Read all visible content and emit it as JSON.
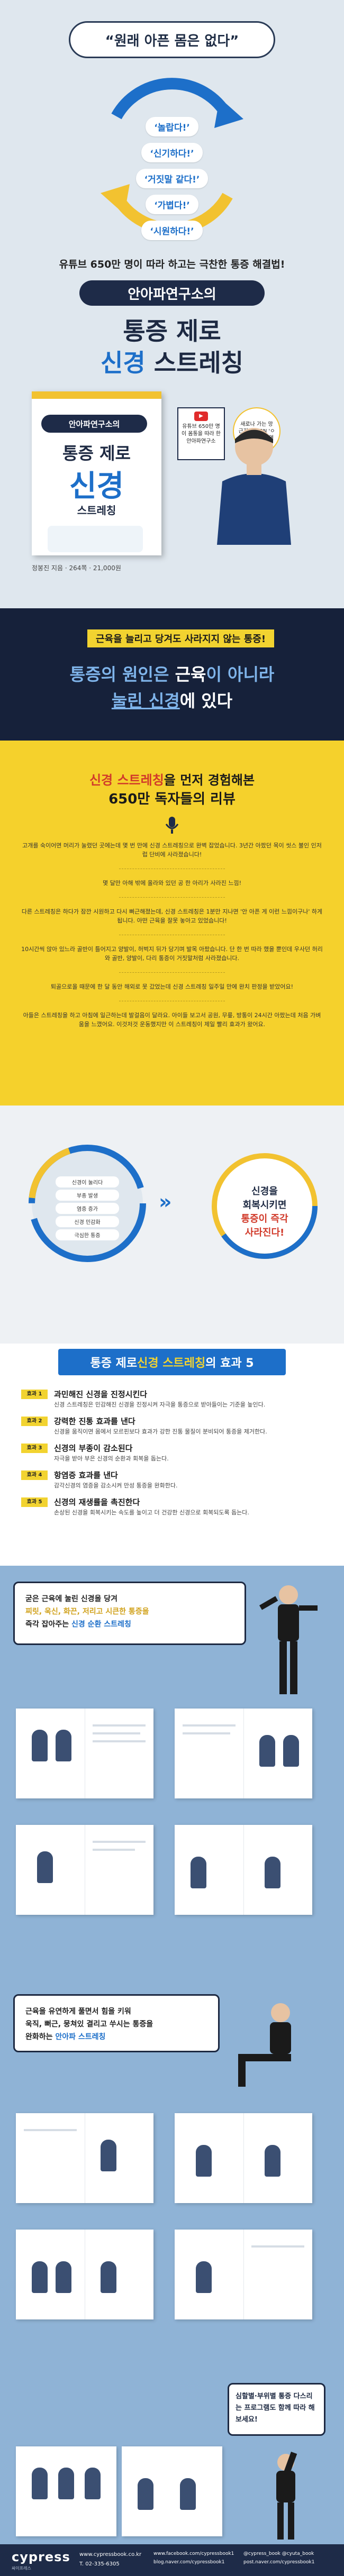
{
  "hero": {
    "quote": "“원래 아픈 몸은 없다”",
    "symptoms": [
      "‘놀랍다!’",
      "‘신기하다!’",
      "‘거짓말 같다!’",
      "‘가볍다!’",
      "‘시원하다!’"
    ],
    "tagline": "유튜브 650만 명이 따라 하고는 극찬한 통증 해결법!",
    "brand": "안아파연구소의",
    "title_line1": "통증 제로",
    "title_line2_a": "신경",
    "title_line2_b": "스트레칭",
    "book_brand": "안아파연구소의",
    "book_t1": "통증 제로",
    "book_t2": "신경",
    "book_t3": "스트레칭",
    "yt_badge": "유튜브 650만 명이 몸통을 따라 한 안아파연구소",
    "sticker": "새로나 가는 망근지지 MBN 'ㅇㅇ가 여랑' 출연",
    "meta": "정봉진 지음 · 264쪽 · 21,000원"
  },
  "dark": {
    "highlight": "근육을 늘리고 당겨도 사라지지 않는 통증!",
    "line1_a": "통증의 원인은 ",
    "line1_b": "근육",
    "line1_c": "이 아니라",
    "line2_a": "눌린 신경",
    "line2_b": "에 있다"
  },
  "reviews": {
    "title_a": "신경 스트레칭",
    "title_b": "을 먼저 경험해본",
    "title2": "650만 독자들의 리뷰",
    "items": [
      "고개를 숙이어면 머리가 눌렸던 곳에는데 몇 번 만에 신경 스트레칭으로 완벽 잡었습니다. 3년간 아팠던 목이 씻스 불인 인저럽 단비에 사라졌습니다!",
      "몇 달만 아해 밖에 올라와 있던 공 한 아리가 사라진 느낌!",
      "다른 스트레칭은 하다가 잠깐 시원하고 다시 뻐근해졌는데, 신경 스트레칭은 1분만 지나면 '안 아픈 게 이런 느낌이구나' 하게 됩니다. 아떤 근육을 잘못 놓아고 있었습니다!",
      "10시간씩 앉아 있느라 골반이 틀어지고 양발이, 허벅지 뒤가 당기며 발목 아팠습니다. 단 한 번 따라 했을 뿐인데 우사던 허리와 골반, 양발이, 다리 통증이 거짓말처럼 사라졌습니다.",
      "퇴골으로올 때문에 한 달 동안 해외로 못 갔었는데 신경 스트레칭 일주일 만에 완치 판정을 받았어요!",
      "아들은 스트레칭을 하고 아침에 일근하는데 발걸음이 달라요. 아이들 보고서 공원, 무릎, 방통이 24시간 아팠는데 처음 가벼움을 느꼈어요. 이것저것 운동했지만 이 스트레칭이 제일 빨리 효과가 왔어요."
    ]
  },
  "flow": {
    "problems": [
      "신경이 눌리다",
      "부종 발생",
      "염증 증가",
      "신경 민감화",
      "극심한 통증"
    ],
    "arrow": "»",
    "result_a": "신경을",
    "result_b": "회복시키면",
    "result_c": "통증이 즉각",
    "result_d": "사라진다!"
  },
  "effects": {
    "title_a": "통증 제로 ",
    "title_b": "신경 스트레칭",
    "title_c": "의 효과 5",
    "items": [
      {
        "no": "효과 1",
        "head": "과민해진 신경을 진정시킨다",
        "desc": "신경 스트레칭은 민감해진 신경을 진정시켜 자극을 통증으로 받아들이는 기준을 높인다."
      },
      {
        "no": "효과 2",
        "head": "강력한 진통 효과를 낸다",
        "desc": "신경을 움직이면 몸에서 모르핀보다 효과가 강한 진통 물질이 분비되어 통증을 제거한다."
      },
      {
        "no": "효과 3",
        "head": "신경의 부종이 감소된다",
        "desc": "자극을 받아 부은 신경의 순환과 회복을 돕는다."
      },
      {
        "no": "효과 4",
        "head": "항염증 효과를 낸다",
        "desc": "감각신경의 염증을 감소시켜 만성 통증을 완화한다."
      },
      {
        "no": "효과 5",
        "head": "신경의 재생률을 촉진한다",
        "desc": "손상된 신경을 회복시키는 속도를 높이고 더 건강한 신경으로 회복되도록 돕는다."
      }
    ]
  },
  "pages1": {
    "c_a": "굳은 근육에 눌린 신경을 당겨",
    "c_b": "찌릿, 욱신, 화끈, 저리고 시큰한 통증을",
    "c_c": "즉각 잡아주는 ",
    "c_d": "신경 순환 스트레칭"
  },
  "pages2": {
    "c_a": "근육을 유연하게 풀면서 힘을 키워",
    "c_b": "욱직, 뻐근, 뭉쳐있 결리고 쑤시는 통증을",
    "c_c": "완화하는 ",
    "c_d": "안아파 스트레칭"
  },
  "footer": {
    "final": "심할별·부위별 통증 다스리는 프로그램도 함께 따라 해보세요!",
    "logo": "cypress",
    "logo_sub": "싸이프레스",
    "site": "www.cypressbook.co.kr",
    "tel": "T. 02-335-6305",
    "sns1": "www.facebook.com/cypressbook1",
    "sns2": "blog.naver.com/cypressbook1",
    "sns3": "@cypress_book @cyuta_book",
    "sns4": "post.naver.com/cypressbook1"
  }
}
